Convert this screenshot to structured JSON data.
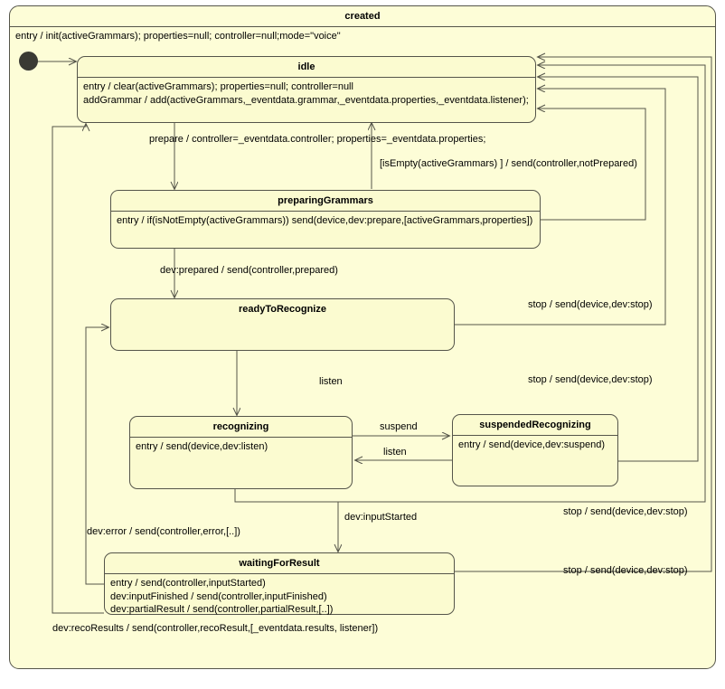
{
  "diagram": {
    "type": "uml-state-machine",
    "colors": {
      "fill": "#fbfbd0",
      "outer_fill": "#fdfdd7",
      "stroke": "#55554a",
      "text": "#000000",
      "initial_dot": "#3a3a34"
    }
  },
  "outer_state": {
    "name": "created",
    "entry": "entry / init(activeGrammars); properties=null; controller=null;mode=\"voice\""
  },
  "states": [
    {
      "id": "idle",
      "name": "idle",
      "lines": [
        "entry / clear(activeGrammars); properties=null; controller=null",
        "addGrammar / add(activeGrammars,_eventdata.grammar,_eventdata.properties,_eventdata.listener);"
      ]
    },
    {
      "id": "preparingGrammars",
      "name": "preparingGrammars",
      "lines": [
        "entry / if(isNotEmpty(activeGrammars)) send(device,dev:prepare,[activeGrammars,properties])"
      ]
    },
    {
      "id": "readyToRecognize",
      "name": "readyToRecognize",
      "lines": []
    },
    {
      "id": "recognizing",
      "name": "recognizing",
      "lines": [
        "entry / send(device,dev:listen)"
      ]
    },
    {
      "id": "suspendedRecognizing",
      "name": "suspendedRecognizing",
      "lines": [
        "entry / send(device,dev:suspend)"
      ]
    },
    {
      "id": "waitingForResult",
      "name": "waitingForResult",
      "lines": [
        "entry / send(controller,inputStarted)",
        "dev:inputFinished / send(controller,inputFinished)",
        "dev:partialResult / send(controller,partialResult,[..])"
      ]
    }
  ],
  "transitions": [
    {
      "id": "t-prepare",
      "label": "prepare / controller=_eventdata.controller; properties=_eventdata.properties;",
      "from": "idle",
      "to": "preparingGrammars"
    },
    {
      "id": "t-notprepared",
      "label": "[isEmpty(activeGrammars) ] / send(controller,notPrepared)",
      "from": "preparingGrammars",
      "to": "idle"
    },
    {
      "id": "t-devprepared",
      "label": "dev:prepared / send(controller,prepared)",
      "from": "preparingGrammars",
      "to": "readyToRecognize"
    },
    {
      "id": "t-stop-ready",
      "label": "stop / send(device,dev:stop)",
      "from": "readyToRecognize",
      "to": "idle"
    },
    {
      "id": "t-listen",
      "label": "listen",
      "from": "readyToRecognize",
      "to": "recognizing"
    },
    {
      "id": "t-suspend",
      "label": "suspend",
      "from": "recognizing",
      "to": "suspendedRecognizing"
    },
    {
      "id": "t-listen-resume",
      "label": "listen",
      "from": "suspendedRecognizing",
      "to": "recognizing"
    },
    {
      "id": "t-stop-recog",
      "label": "stop / send(device,dev:stop)",
      "from": "recognizing",
      "to": "idle"
    },
    {
      "id": "t-stop-susp",
      "label": "stop / send(device,dev:stop)",
      "from": "suspendedRecognizing",
      "to": "idle"
    },
    {
      "id": "t-inputstarted",
      "label": "dev:inputStarted",
      "from": "recognizing",
      "to": "waitingForResult"
    },
    {
      "id": "t-deverror",
      "label": "dev:error / send(controller,error,[..])",
      "from": "waitingForResult",
      "to": "readyToRecognize"
    },
    {
      "id": "t-stop-waiting",
      "label": "stop / send(device,dev:stop)",
      "from": "waitingForResult",
      "to": "idle"
    },
    {
      "id": "t-recoresults",
      "label": "dev:recoResults / send(controller,recoResult,[_eventdata.results, listener])",
      "from": "waitingForResult",
      "to": "idle"
    }
  ],
  "initial_pseudostate": {
    "name": "initial-state"
  }
}
